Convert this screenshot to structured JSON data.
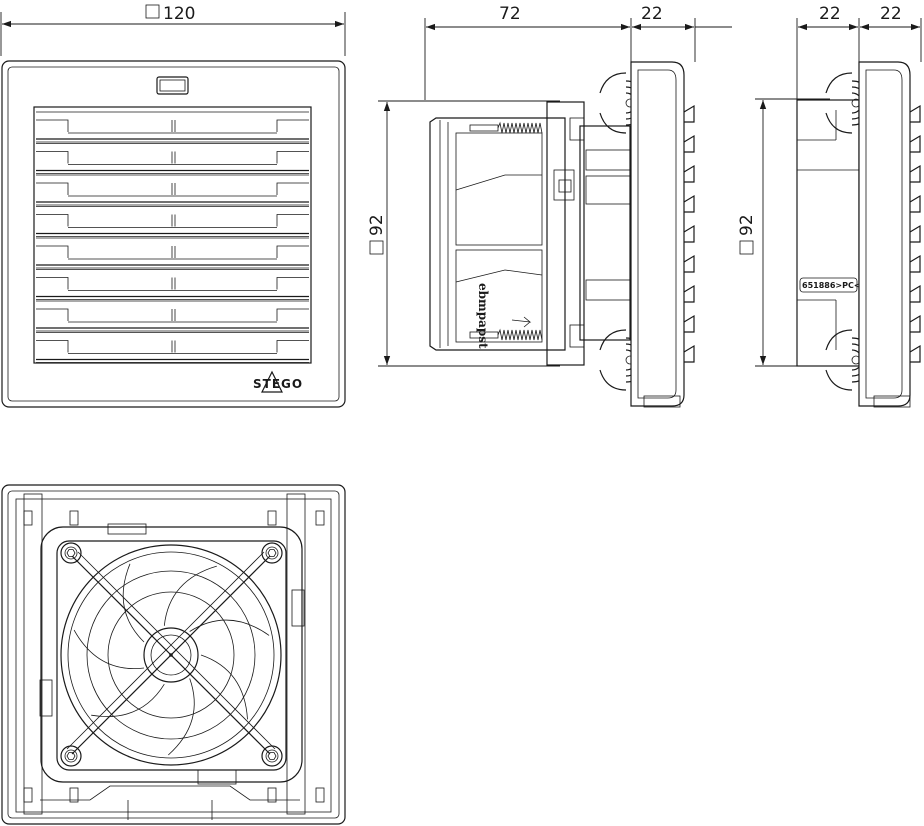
{
  "dimensions": {
    "front_width": "120",
    "side_depth": "72",
    "side_grille_depth": "22",
    "side_height": "92",
    "right_left_depth": "22",
    "right_right_depth": "22",
    "right_height": "92"
  },
  "labels": {
    "brand_logo": "STEGO",
    "fan_brand": "ebmpapst",
    "part_number": "651886>PC<"
  }
}
